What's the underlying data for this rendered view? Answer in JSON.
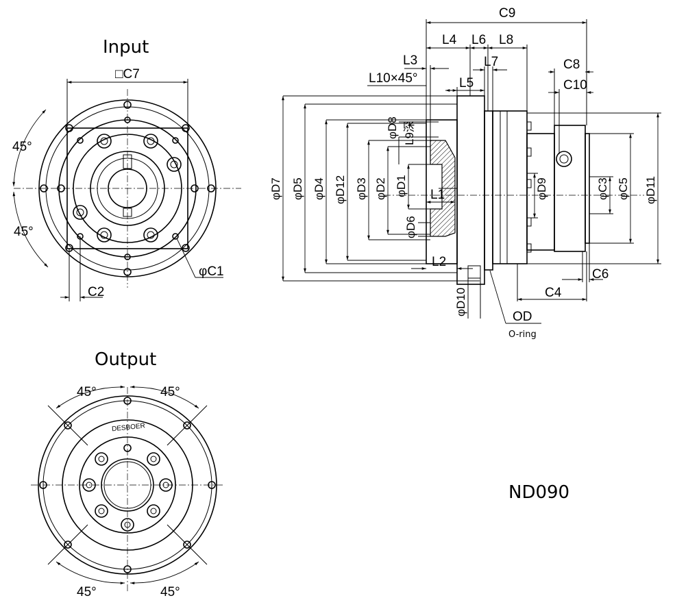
{
  "titles": {
    "input": "Input",
    "output": "Output",
    "model": "ND090",
    "oring": "O-ring"
  },
  "input_view": {
    "c7": "□C7",
    "angle_top": "45°",
    "angle_bottom": "45°",
    "c1": "φC1",
    "c2": "C2"
  },
  "output_view": {
    "angle_tl": "45°",
    "angle_tr": "45°",
    "angle_bl": "45°",
    "angle_br": "45°",
    "brand": "DESBOER"
  },
  "side_view": {
    "c9": "C9",
    "l4": "L4",
    "l6": "L6",
    "l8": "L8",
    "l3": "L3",
    "l7": "L7",
    "l10": "L10×45°",
    "l5": "L5",
    "c8": "C8",
    "c10": "C10",
    "d8": "φD8",
    "l9": "L9深",
    "d7": "φD7",
    "d5": "φD5",
    "d4": "φD4",
    "d12": "φD12",
    "d3": "φD3",
    "d2": "φD2",
    "d1": "φD1",
    "l1": "L1",
    "d6": "φD6",
    "d9": "φD9",
    "c3": "φC3",
    "c5": "φC5",
    "d11": "φD11",
    "l2": "L2",
    "c6": "C6",
    "c4": "C4",
    "d10": "φD10",
    "od": "OD"
  },
  "colors": {
    "line": "#000000",
    "background": "#ffffff"
  }
}
